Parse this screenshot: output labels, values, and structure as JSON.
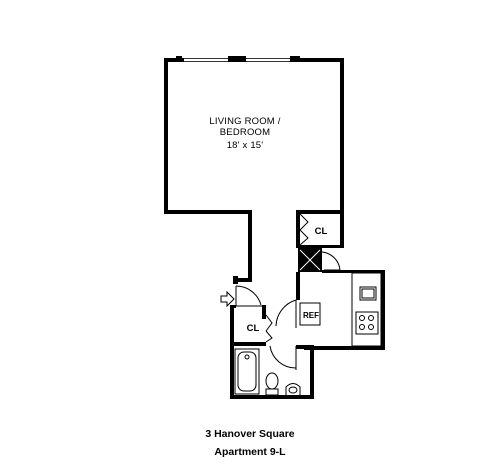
{
  "rooms": {
    "living_room_line1": "LIVING  ROOM /",
    "living_room_line2": "BEDROOM",
    "living_room_dims": "18' x 15'",
    "closet_upper": "CL",
    "closet_lower": "CL",
    "refrigerator": "REF"
  },
  "caption": {
    "address": "3 Hanover Square",
    "apartment": "Apartment 9-L"
  },
  "colors": {
    "walls": "#000000",
    "background": "#ffffff"
  }
}
